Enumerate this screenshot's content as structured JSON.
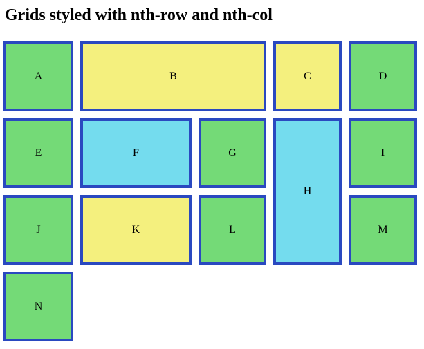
{
  "title": "Grids styled with nth-row and nth-col",
  "colors": {
    "green": "#74da77",
    "yellow": "#f4f07e",
    "cyan": "#74dcee",
    "border": "#2a49c0",
    "label": "#000000",
    "page_background": "#ffffff"
  },
  "grid": {
    "cells": [
      {
        "label": "A",
        "color": "green",
        "row": 1,
        "col": 1
      },
      {
        "label": "B",
        "color": "yellow",
        "row": 1,
        "col": 2,
        "colspan": 2
      },
      {
        "label": "C",
        "color": "yellow",
        "row": 1,
        "col": 4
      },
      {
        "label": "D",
        "color": "green",
        "row": 1,
        "col": 5
      },
      {
        "label": "E",
        "color": "green",
        "row": 2,
        "col": 1
      },
      {
        "label": "F",
        "color": "cyan",
        "row": 2,
        "col": 2
      },
      {
        "label": "G",
        "color": "green",
        "row": 2,
        "col": 3
      },
      {
        "label": "H",
        "color": "cyan",
        "row": 2,
        "col": 4,
        "rowspan": 2
      },
      {
        "label": "I",
        "color": "green",
        "row": 2,
        "col": 5
      },
      {
        "label": "J",
        "color": "green",
        "row": 3,
        "col": 1
      },
      {
        "label": "K",
        "color": "yellow",
        "row": 3,
        "col": 2
      },
      {
        "label": "L",
        "color": "green",
        "row": 3,
        "col": 3
      },
      {
        "label": "M",
        "color": "green",
        "row": 3,
        "col": 5
      },
      {
        "label": "N",
        "color": "green",
        "row": 4,
        "col": 1
      }
    ]
  }
}
